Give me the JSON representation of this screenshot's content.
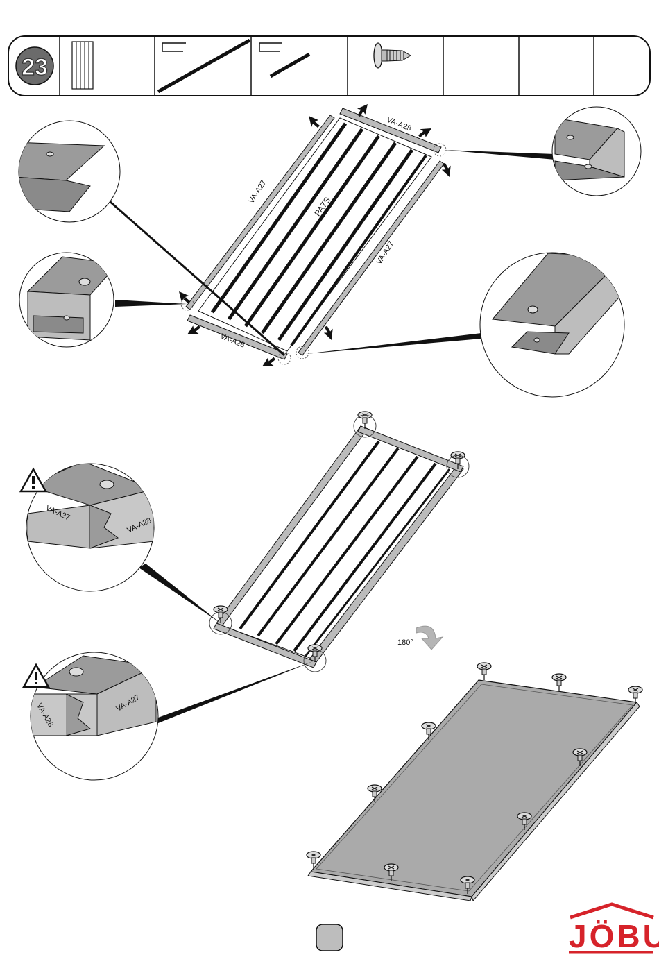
{
  "header": {
    "step_number": "23",
    "parts": [
      {
        "icon": "panel-strip-icon",
        "qty": ""
      },
      {
        "icon": "long-profile-icon",
        "qty": ""
      },
      {
        "icon": "short-profile-icon",
        "qty": ""
      },
      {
        "icon": "screw-icon",
        "qty": ""
      },
      {
        "icon": "empty-slot",
        "qty": ""
      },
      {
        "icon": "empty-slot",
        "qty": ""
      },
      {
        "icon": "empty-slot",
        "qty": ""
      }
    ]
  },
  "labels": {
    "left_rail": "VA-A27",
    "right_rail": "VA-A27",
    "top_rail": "VA-A28",
    "bottom_rail": "VA-A28",
    "panel": "PA7S",
    "detail1_a": "VA-A27",
    "detail1_b": "VA-A28",
    "detail2_a": "VA-A28",
    "detail2_b": "VA-A27",
    "rotate": "180°"
  },
  "warning_icons": [
    "warning-triangle-icon",
    "warning-triangle-icon"
  ],
  "footer": {
    "page_number": "",
    "brand": "JÖBU"
  },
  "colors": {
    "brand_red": "#d6232a",
    "panel_gray": "#aaaaaa",
    "detail_gray": "#9b9b9b",
    "line": "#111111"
  }
}
